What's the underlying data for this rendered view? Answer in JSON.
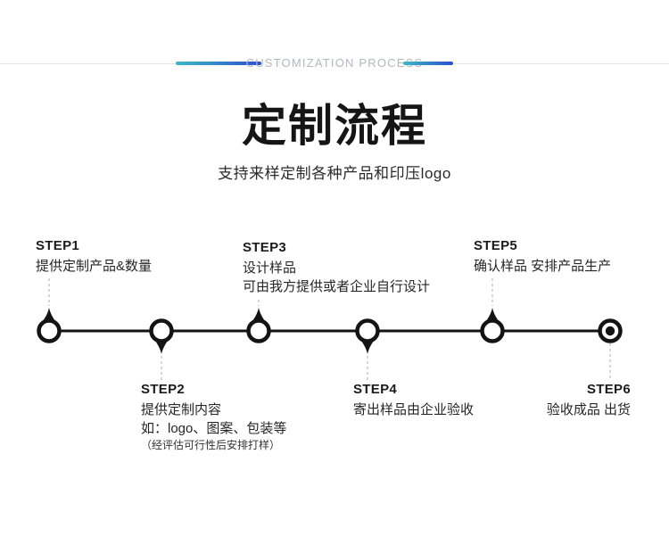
{
  "header": {
    "eyebrow": "CUSTOMIZATION PROCESS",
    "title": "定制流程",
    "subtitle": "支持来样定制各种产品和印压logo"
  },
  "colors": {
    "accent_teal": "#3CB9C5",
    "accent_blue": "#2B4FD1",
    "eyebrow_text": "#B4B7BD",
    "ink": "#141414",
    "dash_gray": "#B9BCBF"
  },
  "steps": [
    {
      "label": "STEP1",
      "lines": [
        "提供定制产品&数量"
      ]
    },
    {
      "label": "STEP2",
      "lines": [
        "提供定制内容",
        "如：logo、图案、包装等"
      ],
      "note": "（经评估可行性后安排打样）"
    },
    {
      "label": "STEP3",
      "lines": [
        "设计样品",
        "可由我方提供或者企业自行设计"
      ]
    },
    {
      "label": "STEP4",
      "lines": [
        "寄出样品由企业验收"
      ]
    },
    {
      "label": "STEP5",
      "lines": [
        "确认样品 安排产品生产"
      ]
    },
    {
      "label": "STEP6",
      "lines": [
        "验收成品 出货"
      ]
    }
  ]
}
